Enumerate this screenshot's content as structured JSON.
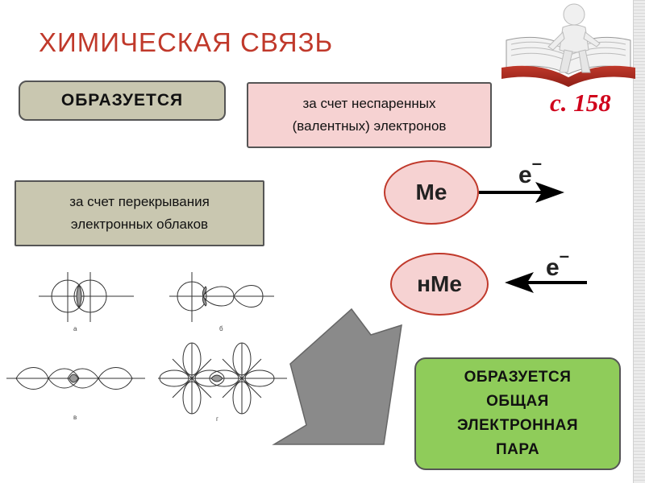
{
  "title": "ХИМИЧЕСКАЯ СВЯЗЬ",
  "page_ref": "с. 158",
  "forms_label": "ОБРАЗУЕТСЯ",
  "unpaired": {
    "line1": "за счет неспаренных",
    "line2": "(валентных) электронов"
  },
  "overlap": {
    "line1": "за счет перекрывания",
    "line2": "электронных облаков"
  },
  "metal": {
    "label": "Me",
    "electron": "e",
    "charge": "–"
  },
  "nonmetal": {
    "label": "нMe",
    "electron": "e",
    "charge": "–"
  },
  "result": {
    "line1": "ОБРАЗУЕТСЯ",
    "line2": "ОБЩАЯ",
    "line3": "ЭЛЕКТРОННАЯ",
    "line4": "ПАРА"
  },
  "figure_labels": [
    "а",
    "б",
    "в",
    "г"
  ],
  "colors": {
    "title": "#c0392b",
    "page_ref": "#d0021b",
    "khaki": "#c9c7b0",
    "pink": "#f6d2d2",
    "green": "#8fcc5a",
    "arrow_gray": "#808080"
  },
  "icons": {
    "reader": "book-reader-icon",
    "big_arrow": "big-arrow-icon"
  }
}
